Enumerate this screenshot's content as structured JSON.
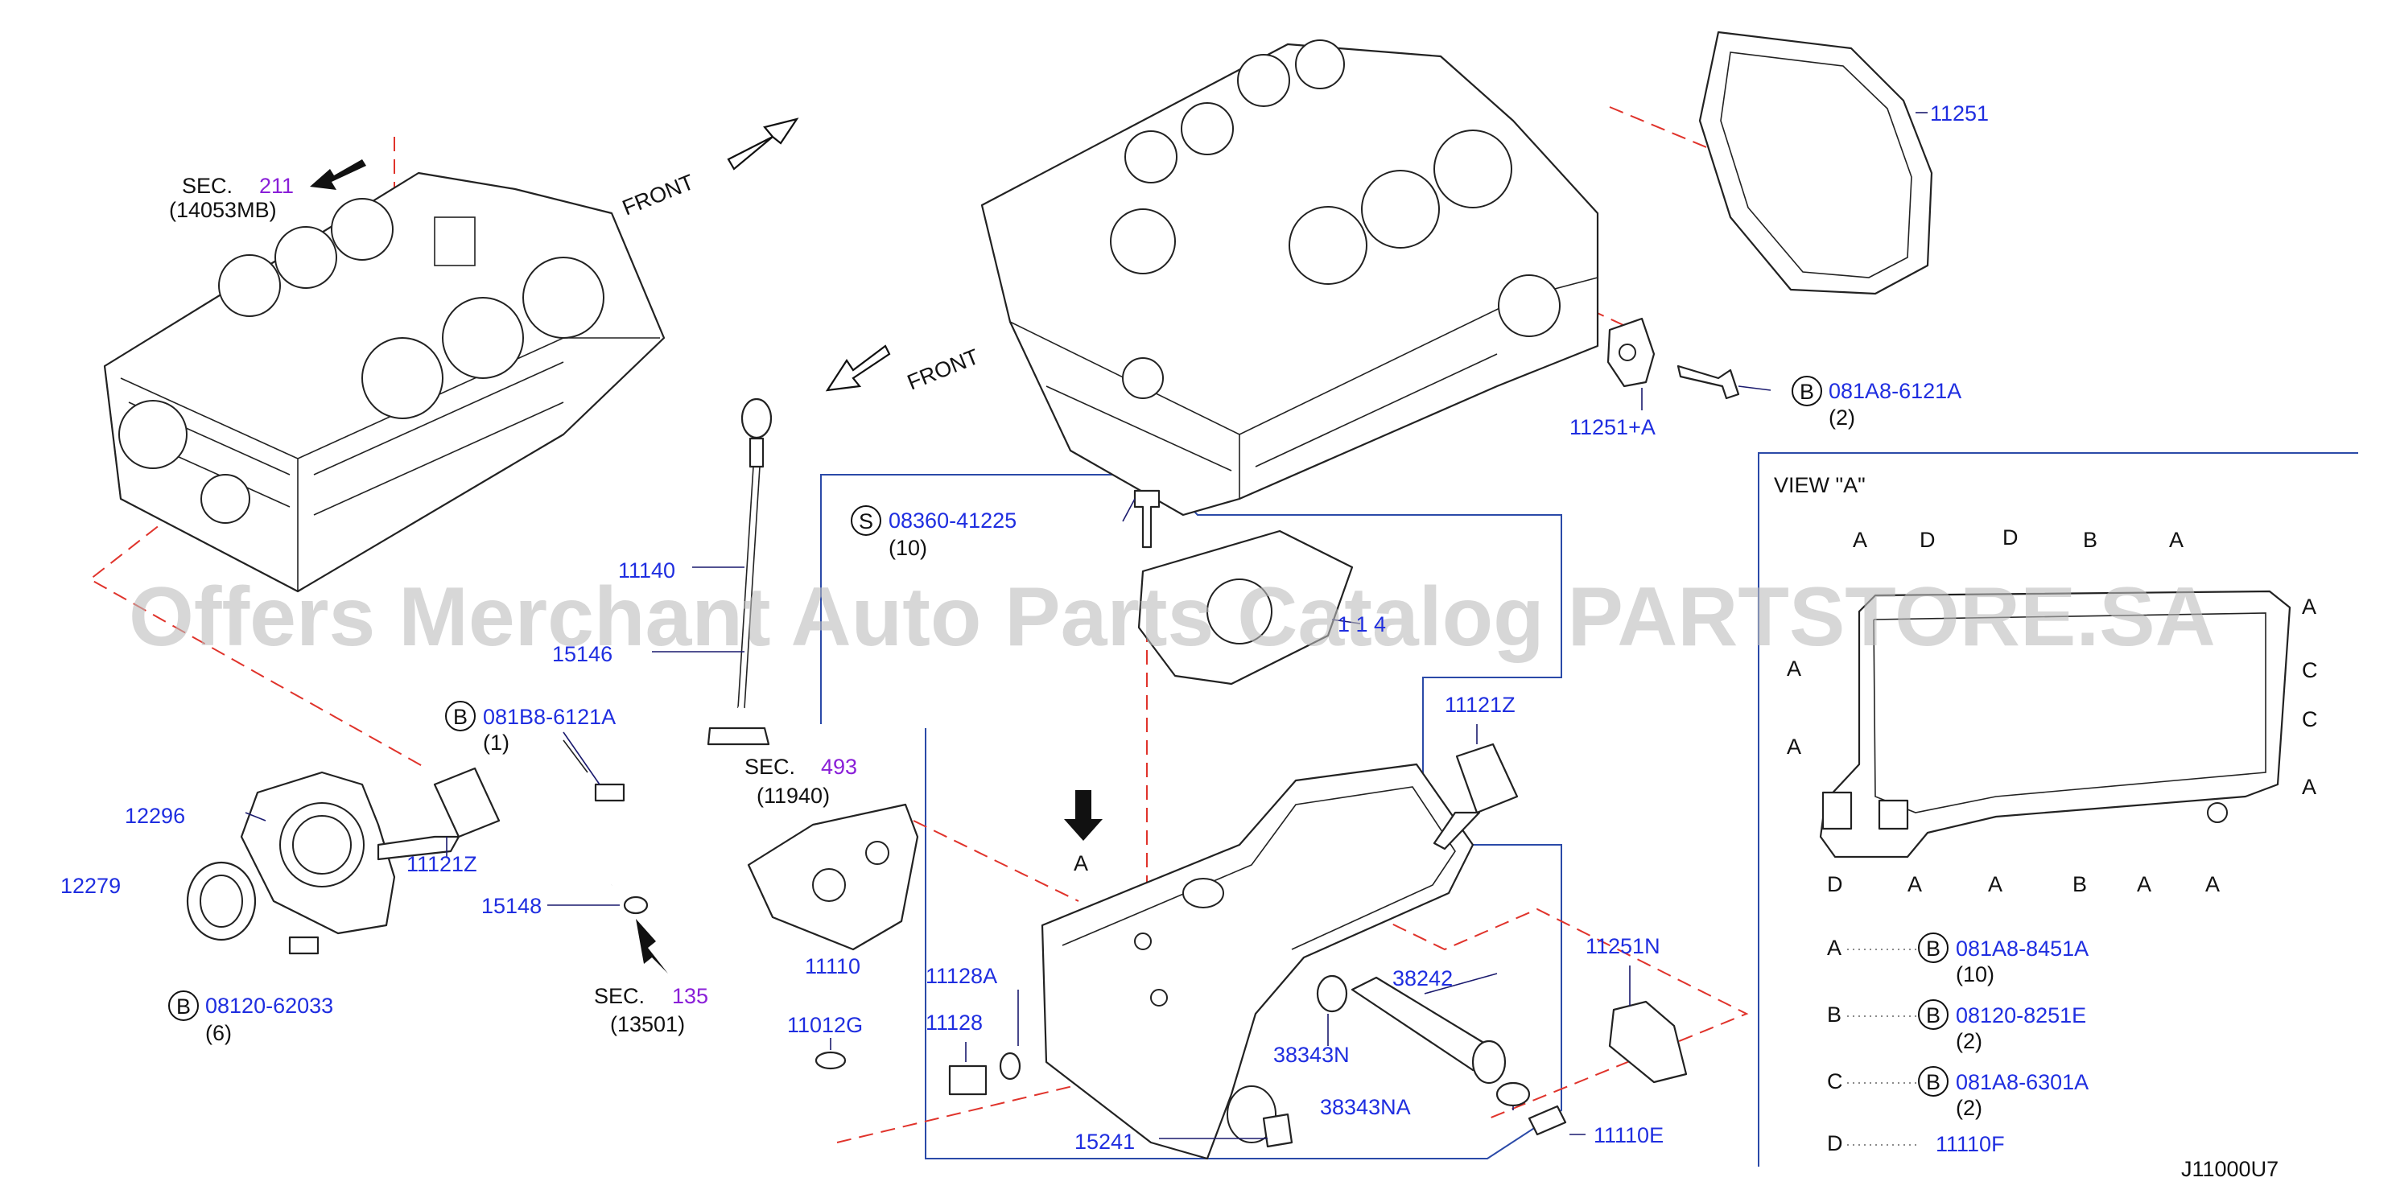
{
  "watermark": "Offers Merchant Auto Parts Catalog PARTSTORE.SA",
  "diagram_id": "J11000U7",
  "direction_label": "FRONT",
  "arrow_view_label": "A",
  "sections": [
    {
      "prefix": "SEC.",
      "num": "211",
      "sub": "(14053MB)"
    },
    {
      "prefix": "SEC.",
      "num": "493",
      "sub": "(11940)"
    },
    {
      "prefix": "SEC.",
      "num": "135",
      "sub": "(13501)"
    }
  ],
  "part_labels": {
    "p11251": "11251",
    "p11251A": "11251+A",
    "p11140": "11140",
    "p15146": "15146",
    "p12296": "12296",
    "p11121Z_left": "11121Z",
    "p12279": "12279",
    "p15148": "15148",
    "p11110": "11110",
    "p11128A": "11128A",
    "p11128": "11128",
    "p11012G": "11012G",
    "p11121Z_right": "11121Z",
    "p11114": "1 1 4",
    "p38242": "38242",
    "p38343N": "38343N",
    "p38343NA": "38343NA",
    "p11251N": "11251N",
    "p15241": "15241",
    "p11110E": "11110E"
  },
  "fasteners": [
    {
      "symbol": "B",
      "part": "081A8-6121A",
      "qty": "(2)"
    },
    {
      "symbol": "B",
      "part": "081B8-6121A",
      "qty": "(1)"
    },
    {
      "symbol": "B",
      "part": "08120-62033",
      "qty": "(6)"
    },
    {
      "symbol": "S",
      "part": "08360-41225",
      "qty": "(10)"
    }
  ],
  "view_a": {
    "title": "VIEW \"A\"",
    "top_labels": [
      "A",
      "D",
      "D",
      "B",
      "A"
    ],
    "right_labels": [
      "A",
      "C",
      "C",
      "A"
    ],
    "left_labels": [
      "A",
      "A"
    ],
    "bottom_labels": [
      "D",
      "A",
      "A",
      "B",
      "A",
      "A"
    ],
    "legend": [
      {
        "key": "A",
        "symbol": "B",
        "part": "081A8-8451A",
        "qty": "(10)"
      },
      {
        "key": "B",
        "symbol": "B",
        "part": "08120-8251E",
        "qty": "(2)"
      },
      {
        "key": "C",
        "symbol": "B",
        "part": "081A8-6301A",
        "qty": "(2)"
      },
      {
        "key": "D",
        "symbol": "",
        "part": "11110F",
        "qty": ""
      }
    ]
  },
  "colors": {
    "part_number": "#1f2ee0",
    "section_ref": "#8a1fd8",
    "phantom_line": "#e0332b",
    "frame": "#2b4aa8"
  }
}
